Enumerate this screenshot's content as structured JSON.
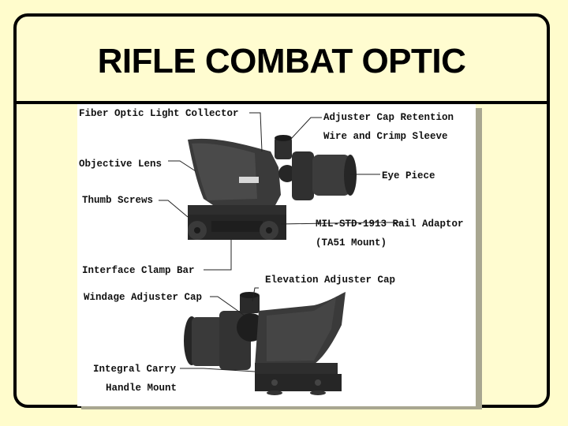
{
  "slide": {
    "title": "RIFLE COMBAT OPTIC",
    "background_color": "#fffccc",
    "border_color": "#000000"
  },
  "diagram": {
    "subject": "Rifle combat optic (ACOG) shown from two angles",
    "top_view_labels": [
      {
        "id": "fiber-optic",
        "text": "Fiber Optic Light Collector"
      },
      {
        "id": "objective-lens",
        "text": "Objective Lens"
      },
      {
        "id": "thumb-screws",
        "text": "Thumb Screws"
      },
      {
        "id": "interface-clamp",
        "text": "Interface Clamp Bar"
      },
      {
        "id": "adjuster-retention-1",
        "text": "Adjuster Cap Retention"
      },
      {
        "id": "adjuster-retention-2",
        "text": "Wire and Crimp Sleeve"
      },
      {
        "id": "eye-piece",
        "text": "Eye Piece"
      },
      {
        "id": "rail-adaptor-1",
        "text": "MIL-STD-1913 Rail Adaptor"
      },
      {
        "id": "rail-adaptor-2",
        "text": "(TA51 Mount)"
      }
    ],
    "bottom_view_labels": [
      {
        "id": "elevation-cap",
        "text": "Elevation Adjuster Cap"
      },
      {
        "id": "windage-cap",
        "text": "Windage Adjuster Cap"
      },
      {
        "id": "carry-handle-1",
        "text": "Integral Carry"
      },
      {
        "id": "carry-handle-2",
        "text": "Handle Mount"
      }
    ]
  }
}
